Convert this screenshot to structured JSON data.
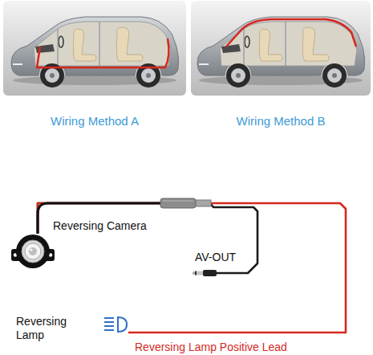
{
  "diagram": {
    "nodes": [
      {
        "text": [
          "Reversing Camera"
        ]
      },
      {
        "text": [
          "AV-OUT"
        ]
      },
      {
        "text": [
          "Reversing Lamp"
        ]
      }
    ],
    "edges": [
      {
        "from": 0,
        "to": 2,
        "arrow": "none",
        "label": "Reversing Lamp Positive Lead"
      },
      {
        "from": 0,
        "to": 1,
        "arrow": "none"
      }
    ],
    "labels": [
      "Wiring Method A",
      "Wiring Method B"
    ]
  }
}
